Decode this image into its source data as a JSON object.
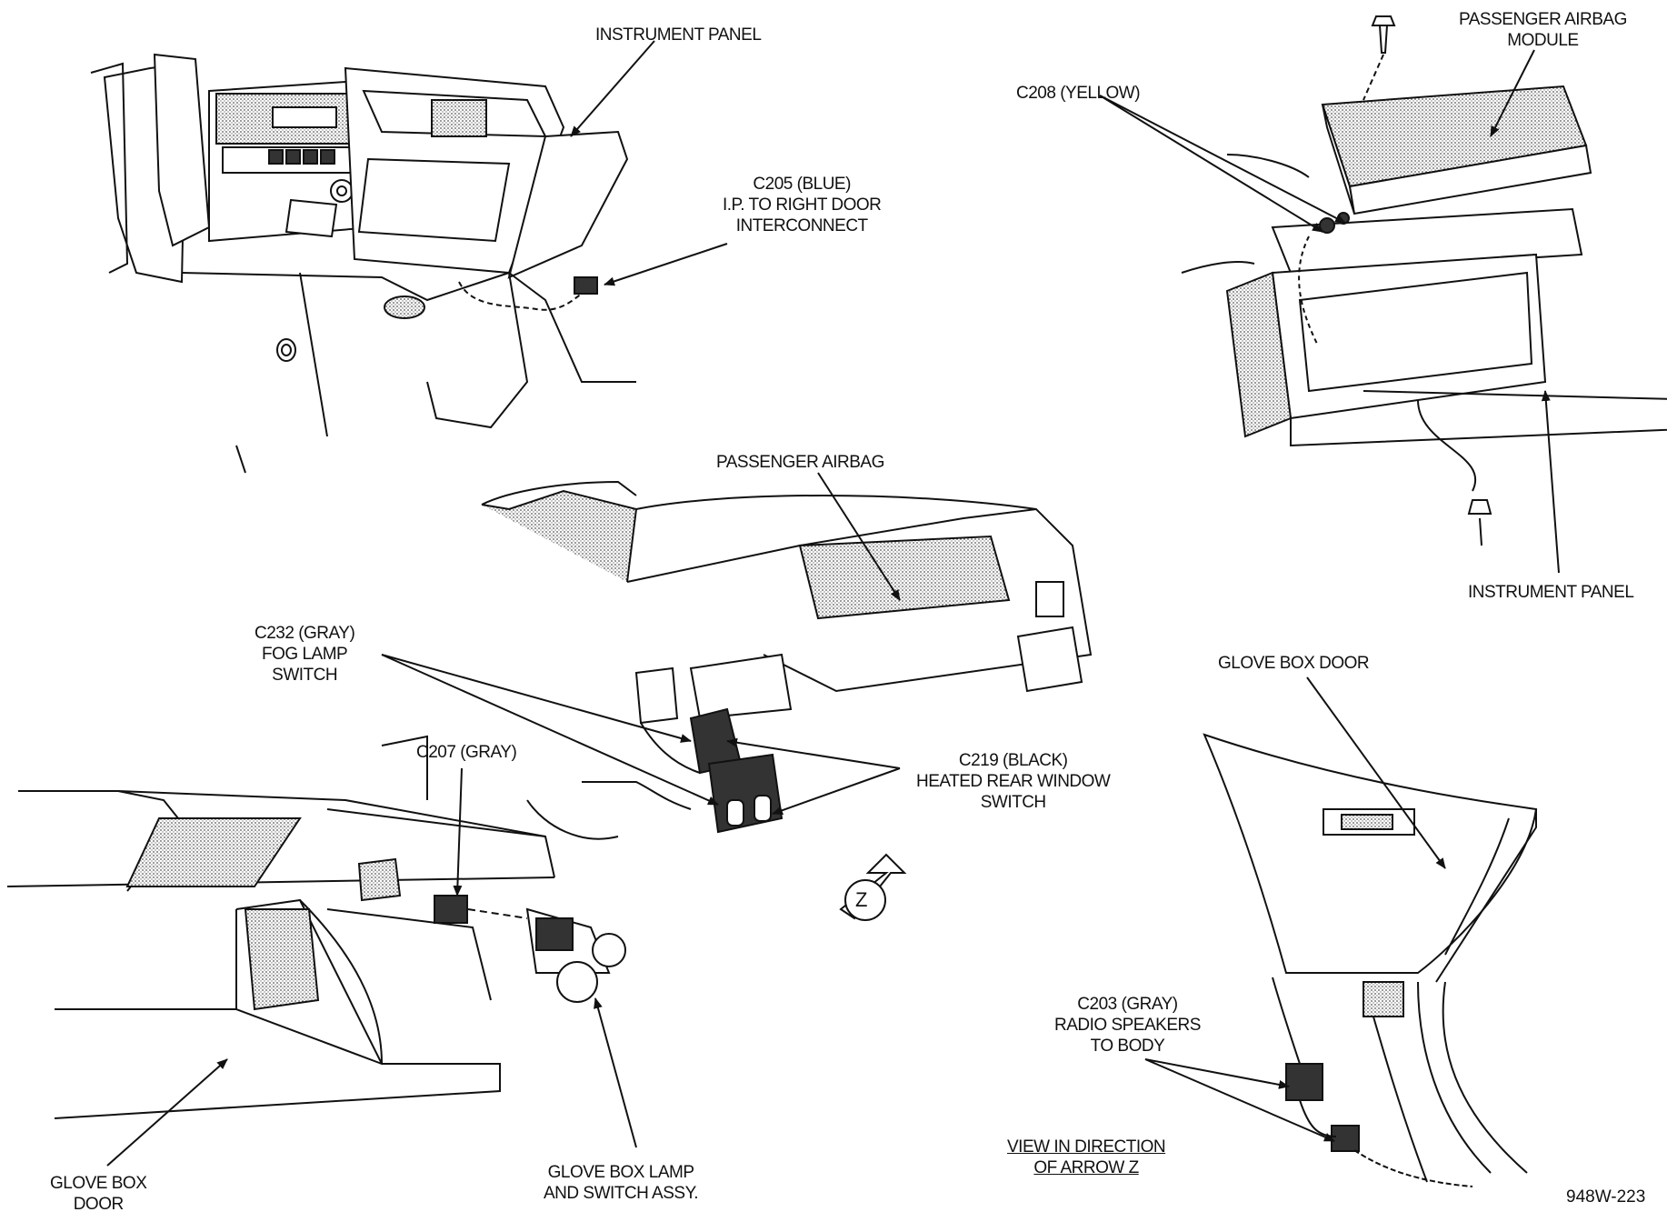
{
  "labels": {
    "instrument_panel_top": "INSTRUMENT PANEL",
    "c205": [
      "C205 (BLUE)",
      "I.P. TO RIGHT DOOR",
      "INTERCONNECT"
    ],
    "c208": "C208 (YELLOW)",
    "passenger_airbag_module": [
      "PASSENGER AIRBAG",
      "MODULE"
    ],
    "instrument_panel_right": "INSTRUMENT PANEL",
    "passenger_airbag": "PASSENGER AIRBAG",
    "c232": [
      "C232 (GRAY)",
      "FOG LAMP",
      "SWITCH"
    ],
    "c219": [
      "C219 (BLACK)",
      "HEATED REAR WINDOW",
      "SWITCH"
    ],
    "c207": "C207 (GRAY)",
    "arrow_z_letter": "Z",
    "glove_box_door_right": "GLOVE BOX DOOR",
    "c203": [
      "C203 (GRAY)",
      "RADIO SPEAKERS",
      "TO BODY"
    ],
    "view_direction": [
      "VIEW IN DIRECTION",
      "OF ARROW Z"
    ],
    "glove_box_door_left": [
      "GLOVE BOX",
      "DOOR"
    ],
    "glove_box_lamp": [
      "GLOVE BOX LAMP",
      "AND SWITCH ASSY."
    ],
    "figure_code": "948W-223"
  },
  "colors": {
    "ink": "#111111",
    "shade": "#8a8a8a",
    "paper": "#ffffff"
  }
}
